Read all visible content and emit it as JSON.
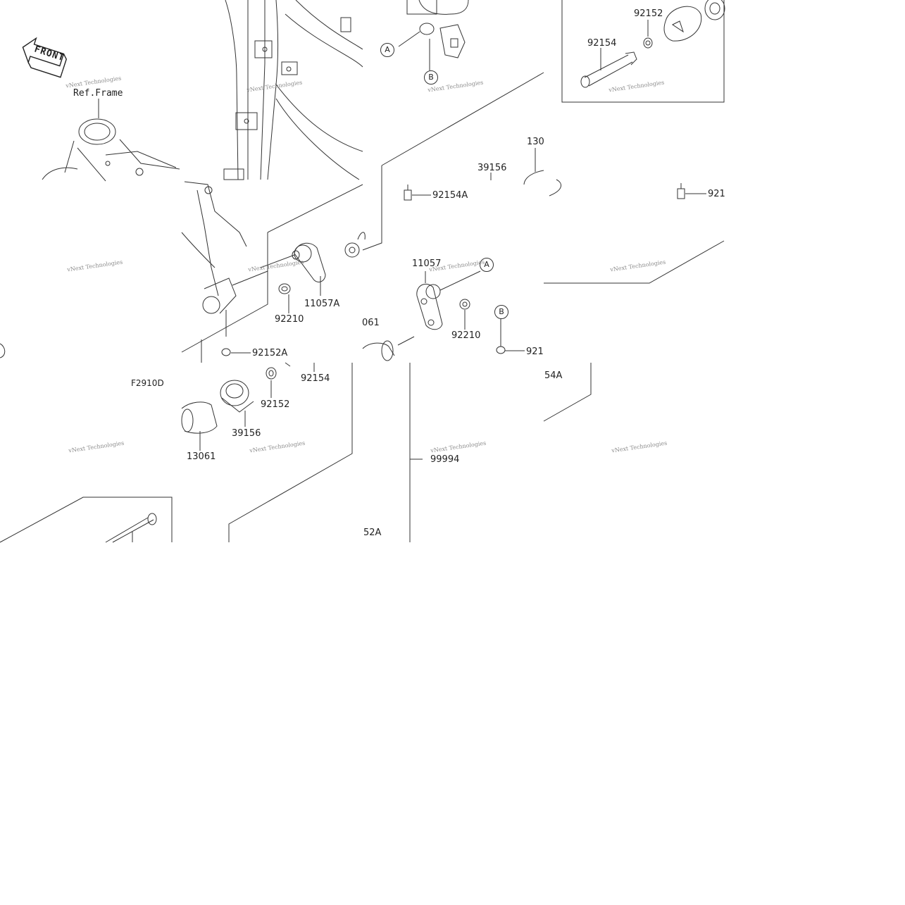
{
  "diagram": {
    "front_badge": "FRONT",
    "ref_label": "Ref.Frame",
    "figure_code": "F2910D",
    "watermark": "vNext Technologies",
    "ref_markers": {
      "a": "A",
      "b": "B"
    },
    "part_labels": {
      "p92152_top": "92152",
      "p92154_top": "92154",
      "p130": "130",
      "p39156_top": "39156",
      "p92154A_mid": "92154A",
      "p921_right": "921",
      "p11057_mid": "11057",
      "p11057A": "11057A",
      "p92210_left": "92210",
      "p061": "061",
      "p92210_right": "92210",
      "p921_lower": "921",
      "p92152A": "92152A",
      "p92154_lower": "92154",
      "p54A": "54A",
      "p92152_lower": "92152",
      "p39156_lower": "39156",
      "p13061": "13061",
      "p99994": "99994",
      "p52A": "52A"
    }
  },
  "colors": {
    "line": "#333333",
    "text": "#222222",
    "watermark": "#777777"
  }
}
